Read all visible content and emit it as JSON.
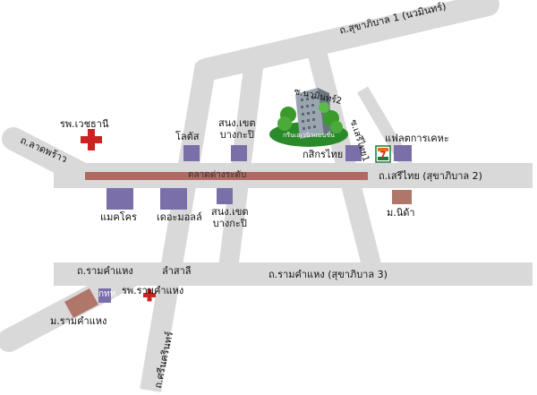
{
  "colors": {
    "road": "#d9d9d9",
    "road_edge": "#c8c8c8",
    "main_road_bar": "#b06a62",
    "building_purple": "#7a6fa8",
    "landmark_brown": "#b0766a",
    "hospital_red": "#cc2222",
    "seven_eleven_green": "#1a7a3a",
    "seven_eleven_orange": "#e86a1a",
    "tree_green": "#3a9a2a"
  },
  "labels": {
    "sukhaphiban1": "ถ.สุขาภิบาล 1 (นวมินทร์)",
    "lat_phrao": "ถ.ลาดพร้าว",
    "hospital": "รพ.เวชธานี",
    "lotus": "โลตัส",
    "police_top": "สนง.เขต\nบางกะปิ",
    "nawamin2": "ซ.นวมินทร์2",
    "seri_thai_soi": "ซ.เสรีไทย1",
    "kasikorn": "กสิกรไทย",
    "flat": "แฟลตการเคหะ",
    "talad_ramkhamhaeng": "ตลาดต่างระดับ",
    "seri_thai_road": "ถ.เสรีไทย (สุขาภิบาล 2)",
    "makro": "แมคโคร",
    "the_mall": "เดอะมอลล์",
    "district_bottom": "สนง.เขต\nบางกะปิ",
    "m_nida": "ม.นิด้า",
    "ramkhamhaeng_left": "ถ.รามคำแหง",
    "lamsali": "ลำสาลี",
    "ramkhamhaeng_road": "ถ.รามคำแหง (สุขาภิบาล 3)",
    "ktb": "กทท",
    "ram_hospital": "รพ.รามคำแหง",
    "ram_university": "ม.รามคำแหง",
    "srinakarin": "ถ.ศรีนครินทร์",
    "logo_text": "กรีนเอเวนิวแมนชั่น"
  }
}
